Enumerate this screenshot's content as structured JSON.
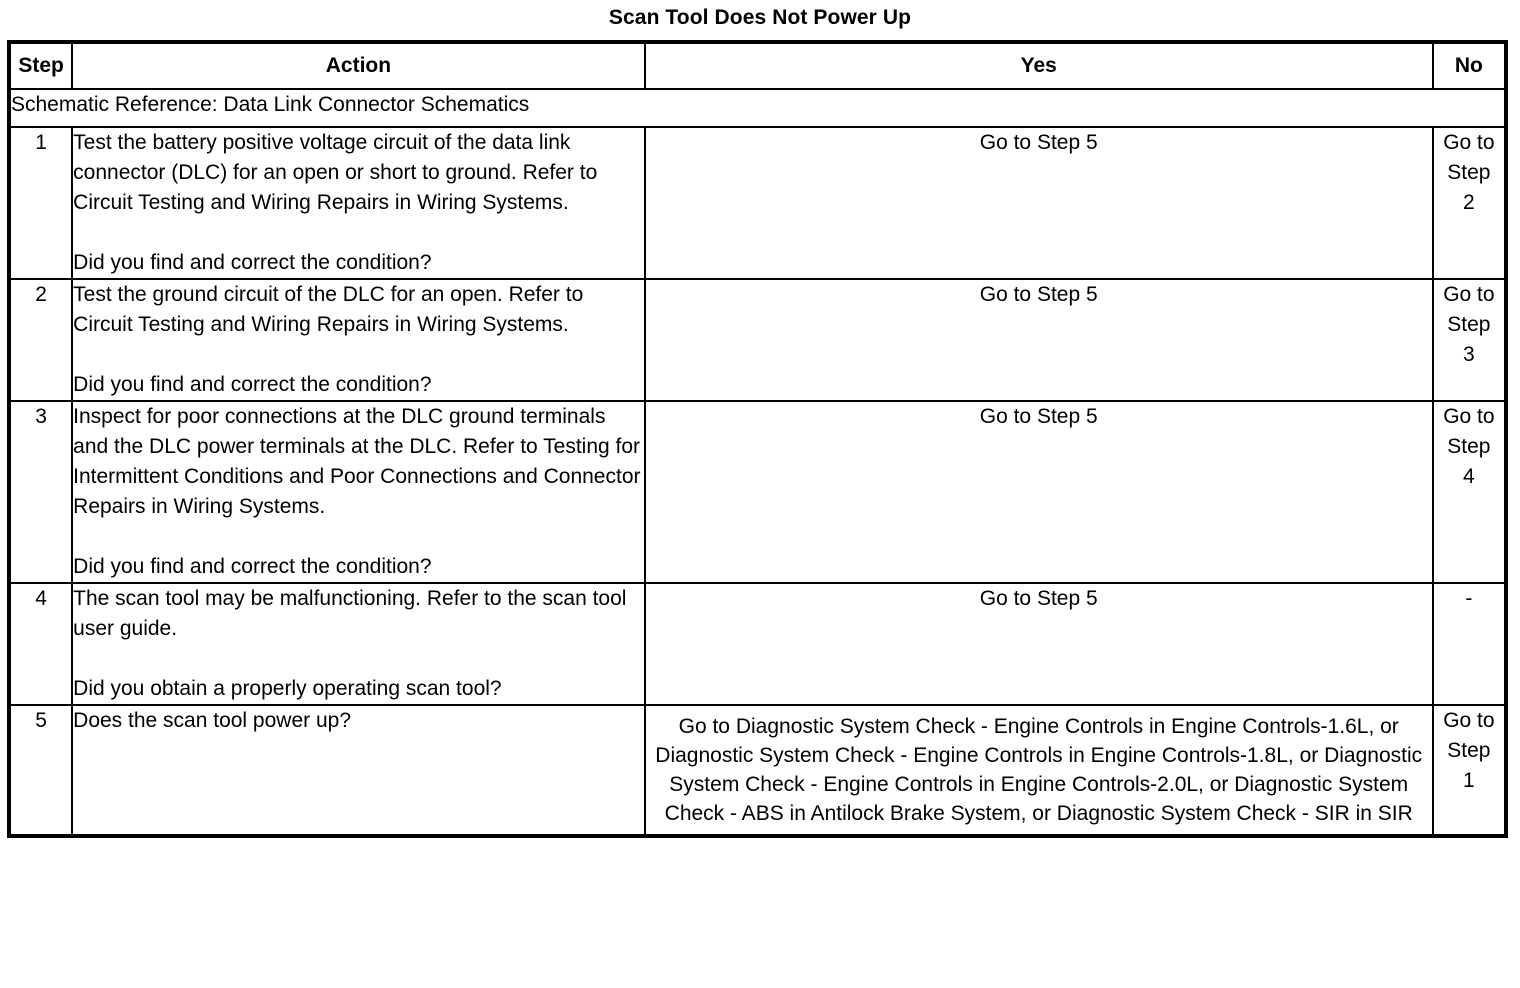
{
  "document": {
    "title": "Scan Tool Does Not Power Up"
  },
  "table": {
    "headers": {
      "step": "Step",
      "action": "Action",
      "yes": "Yes",
      "no": "No"
    },
    "schematic_reference": "Schematic Reference: Data Link Connector Schematics",
    "rows": [
      {
        "step": "1",
        "action": "Test the battery positive voltage circuit of the data link connector (DLC) for an open or short to ground. Refer to Circuit Testing and Wiring Repairs in Wiring Systems.",
        "question": "Did you find and correct the condition?",
        "yes": "Go to Step 5",
        "no_line1": "Go to",
        "no_line2": "Step",
        "no_line3": "2"
      },
      {
        "step": "2",
        "action": "Test the ground circuit of the DLC for an open. Refer to Circuit Testing and Wiring Repairs in Wiring Systems.",
        "question": "Did you find and correct the condition?",
        "yes": "Go to Step 5",
        "no_line1": "Go to",
        "no_line2": "Step",
        "no_line3": "3"
      },
      {
        "step": "3",
        "action": "Inspect for poor connections at the DLC ground terminals and the DLC power terminals at the DLC. Refer to Testing for Intermittent Conditions and Poor Connections and Connector Repairs in Wiring Systems.",
        "question": "Did you find and correct the condition?",
        "yes": "Go to Step 5",
        "no_line1": "Go to",
        "no_line2": "Step",
        "no_line3": "4"
      },
      {
        "step": "4",
        "action": "The scan tool may be malfunctioning. Refer to the scan tool user guide.",
        "question": "Did you obtain a properly operating scan tool?",
        "yes": "Go to Step 5",
        "no_line1": "",
        "no_line2": "",
        "no_line3": "-"
      },
      {
        "step": "5",
        "action": "Does the scan tool power up?",
        "question": "",
        "yes": "Go to Diagnostic System Check - Engine Controls in Engine Controls-1.6L, or Diagnostic System Check - Engine Controls in Engine Controls-1.8L, or Diagnostic System Check - Engine Controls in Engine Controls-2.0L, or Diagnostic System Check - ABS in Antilock Brake System, or Diagnostic System Check - SIR in SIR",
        "no_line1": "Go to",
        "no_line2": "Step",
        "no_line3": "1"
      }
    ]
  }
}
